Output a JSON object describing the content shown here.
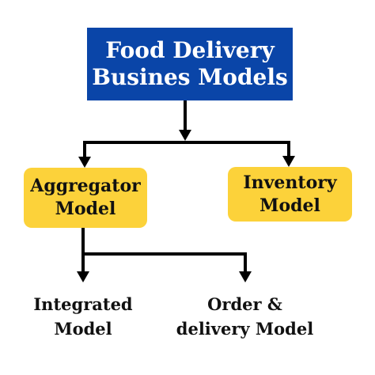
{
  "diagram": {
    "root": {
      "line1": "Food Delivery",
      "line2": "Busines Models"
    },
    "aggregator": {
      "line1": "Aggregator",
      "line2": "Model"
    },
    "inventory": {
      "line1": "Inventory",
      "line2": "Model"
    },
    "integrated": {
      "line1": "Integrated",
      "line2": "Model"
    },
    "order_delivery": {
      "line1": "Order &",
      "line2": "delivery Model"
    }
  },
  "colors": {
    "root_fill": "#0a45a8",
    "root_text": "#ffffff",
    "box_fill": "#fcd23a",
    "connector": "#000000",
    "text": "#111111"
  }
}
